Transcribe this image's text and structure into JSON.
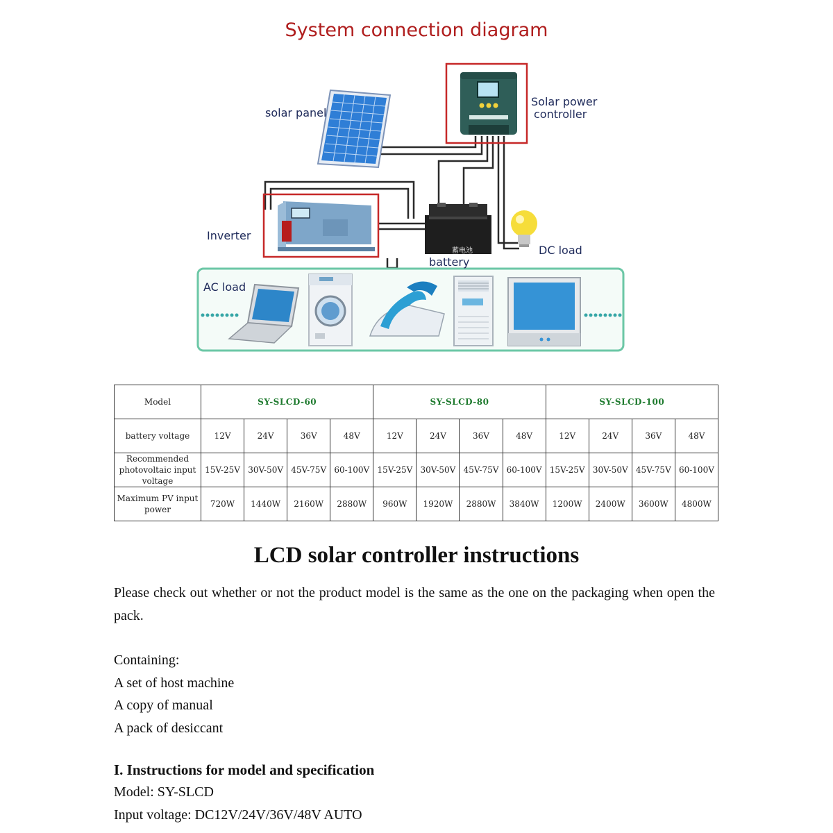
{
  "diagram": {
    "title": "System connection diagram",
    "labels": {
      "solar_panel": "solar panel",
      "controller_line1": "Solar power",
      "controller_line2": "controller",
      "inverter": "Inverter",
      "battery": "battery",
      "battery_chinese": "蓄电池",
      "dc_load": "DC load",
      "ac_load": "AC load"
    },
    "colors": {
      "title": "#b01e1e",
      "frame": "#c62828",
      "ac_border": "#6cc7a6",
      "model_text": "#1e7a2e"
    },
    "ac_appliances": [
      "laptop-icon",
      "washing-machine-icon",
      "iron-icon",
      "air-conditioner-icon",
      "tv-icon"
    ]
  },
  "spec_table": {
    "header_label": "Model",
    "models": [
      "SY-SLCD-60",
      "SY-SLCD-80",
      "SY-SLCD-100"
    ],
    "rows": [
      {
        "label": "battery voltage",
        "values": [
          "12V",
          "24V",
          "36V",
          "48V",
          "12V",
          "24V",
          "36V",
          "48V",
          "12V",
          "24V",
          "36V",
          "48V"
        ]
      },
      {
        "label_lines": [
          "Recommended",
          "photovoltaic input",
          "voltage"
        ],
        "values": [
          "15V-25V",
          "30V-50V",
          "45V-75V",
          "60-100V",
          "15V-25V",
          "30V-50V",
          "45V-75V",
          "60-100V",
          "15V-25V",
          "30V-50V",
          "45V-75V",
          "60-100V"
        ]
      },
      {
        "label_lines": [
          "Maximum PV input",
          "power"
        ],
        "values": [
          "720W",
          "1440W",
          "2160W",
          "2880W",
          "960W",
          "1920W",
          "2880W",
          "3840W",
          "1200W",
          "2400W",
          "3600W",
          "4800W"
        ]
      }
    ]
  },
  "instructions": {
    "title": "LCD solar controller instructions",
    "intro": "Please check out whether or not the product model is the same as the one on the packaging when open the pack.",
    "containing_label": "Containing:",
    "contents": [
      "A set of host machine",
      "A copy of manual",
      "A pack of desiccant"
    ],
    "section_title": "I. Instructions for model and specification",
    "model_line": "Model: SY-SLCD",
    "input_voltage_line": "Input voltage: DC12V/24V/36V/48V AUTO"
  }
}
